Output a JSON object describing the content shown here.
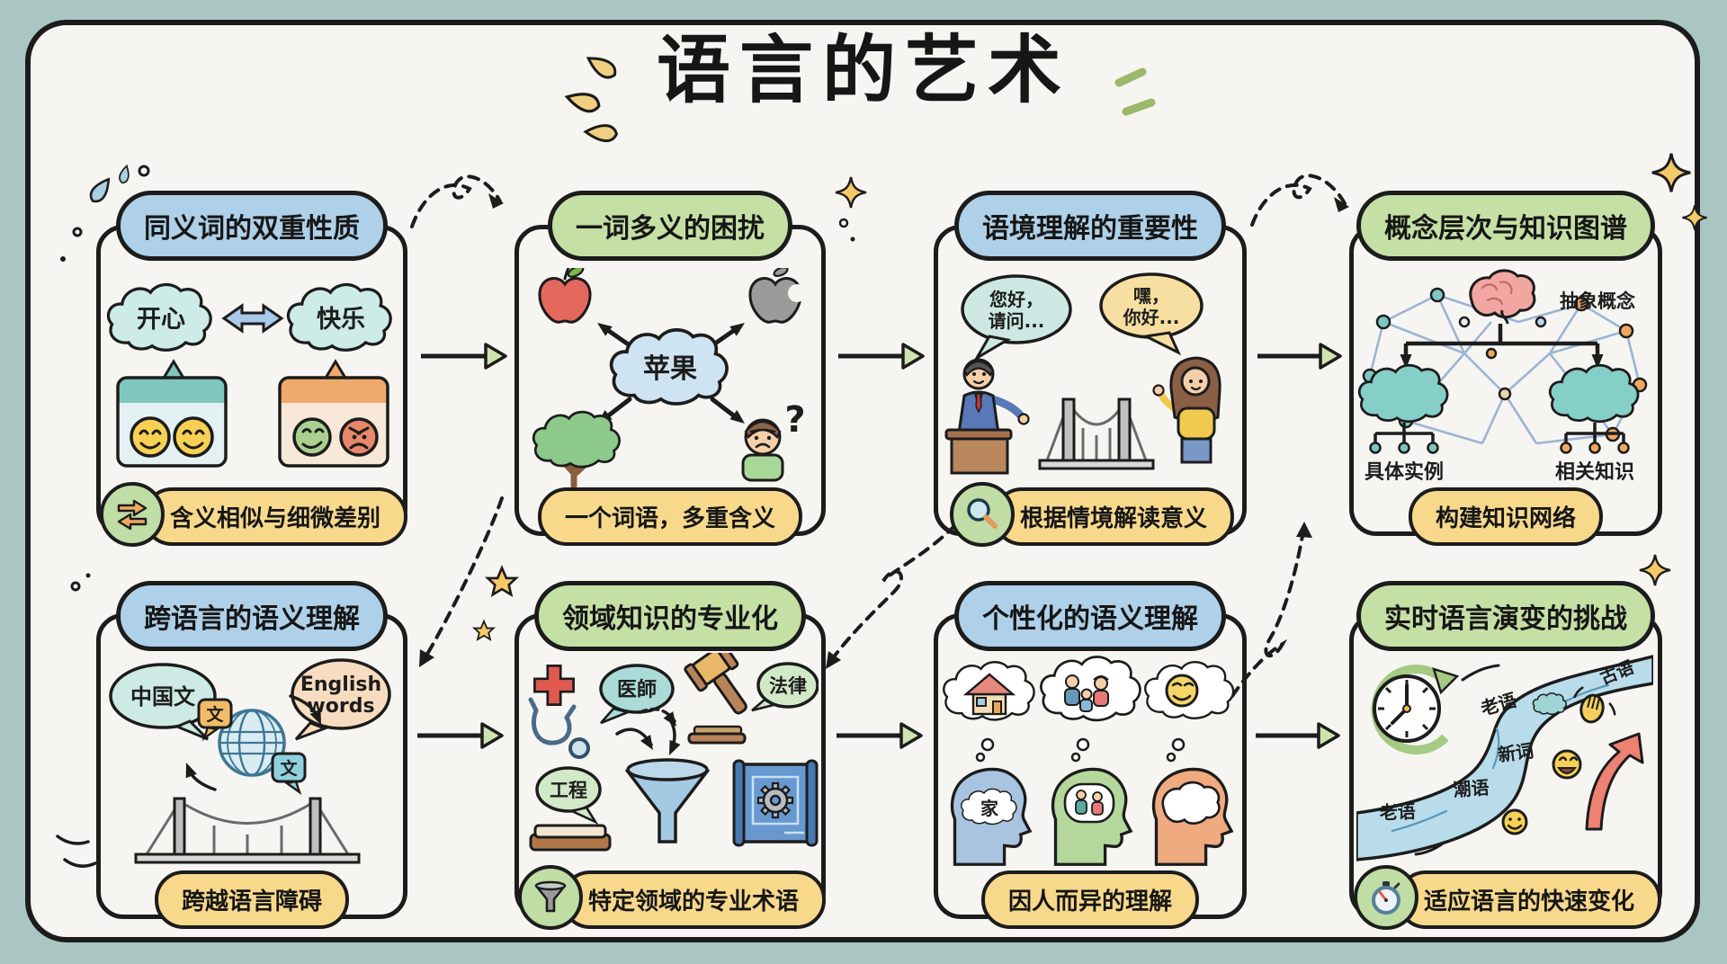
{
  "title": "语言的艺术",
  "panels": [
    {
      "title": "同义词的双重性质",
      "caption": "含义相似与细微差别",
      "word_left": "开心",
      "word_right": "快乐"
    },
    {
      "title": "一词多义的困扰",
      "caption": "一个词语，多重含义",
      "center_word": "苹果",
      "question_mark": "?"
    },
    {
      "title": "语境理解的重要性",
      "caption": "根据情境解读意义",
      "bubble_left_line1": "您好，",
      "bubble_left_line2": "请问...",
      "bubble_right_line1": "嘿，",
      "bubble_right_line2": "你好..."
    },
    {
      "title": "概念层次与知识图谱",
      "caption": "构建知识网络",
      "label_abstract": "抽象概念",
      "label_concrete": "具体实例",
      "label_related": "相关知识"
    },
    {
      "title": "跨语言的语义理解",
      "caption": "跨越语言障碍",
      "bubble_left": "中国文",
      "bubble_right_line1": "English",
      "bubble_right_line2": "words",
      "glyph_orange": "文",
      "glyph_teal": "文"
    },
    {
      "title": "领域知识的专业化",
      "caption": "特定领域的专业术语",
      "tag_medicine": "医師",
      "tag_law": "法律",
      "tag_engineering": "工程"
    },
    {
      "title": "个性化的语义理解",
      "caption": "因人而异的理解",
      "thought_word": "家"
    },
    {
      "title": "实时语言演变的挑战",
      "caption": "适应语言的快速变化",
      "river_word_1": "古语",
      "river_word_2": "老语",
      "river_word_3": "新词",
      "river_word_4": "潮语",
      "river_word_5": "老语"
    }
  ],
  "colors": {
    "background": "#a9c6c3",
    "card": "#f6f5f2",
    "badge_blue": "#aed0e8",
    "badge_green": "#c5e0a5",
    "badge_yellow": "#f8d98c",
    "ink": "#1c1c1c",
    "cloud_teal": "#cdebe7",
    "river_blue": "#b8dcea",
    "accent_red": "#e0594e",
    "accent_orange": "#f0a860"
  }
}
